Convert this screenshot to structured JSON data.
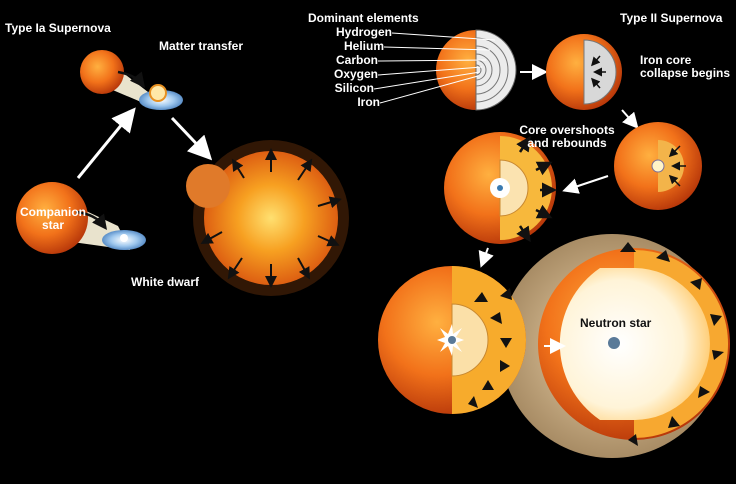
{
  "typeIa": {
    "title": "Type Ia Supernova",
    "matter_transfer": "Matter transfer",
    "companion_line1": "Companion",
    "companion_line2": "star",
    "white_dwarf": "White dwarf"
  },
  "typeII": {
    "title": "Type II Supernova",
    "dominant_elements": "Dominant elements",
    "elements": [
      "Hydrogen",
      "Helium",
      "Carbon",
      "Oxygen",
      "Silicon",
      "Iron"
    ],
    "iron_core_line1": "Iron core",
    "iron_core_line2": "collapse begins",
    "core_overshoots_line1": "Core overshoots",
    "core_overshoots_line2": "and rebounds",
    "neutron_star": "Neutron star"
  }
}
